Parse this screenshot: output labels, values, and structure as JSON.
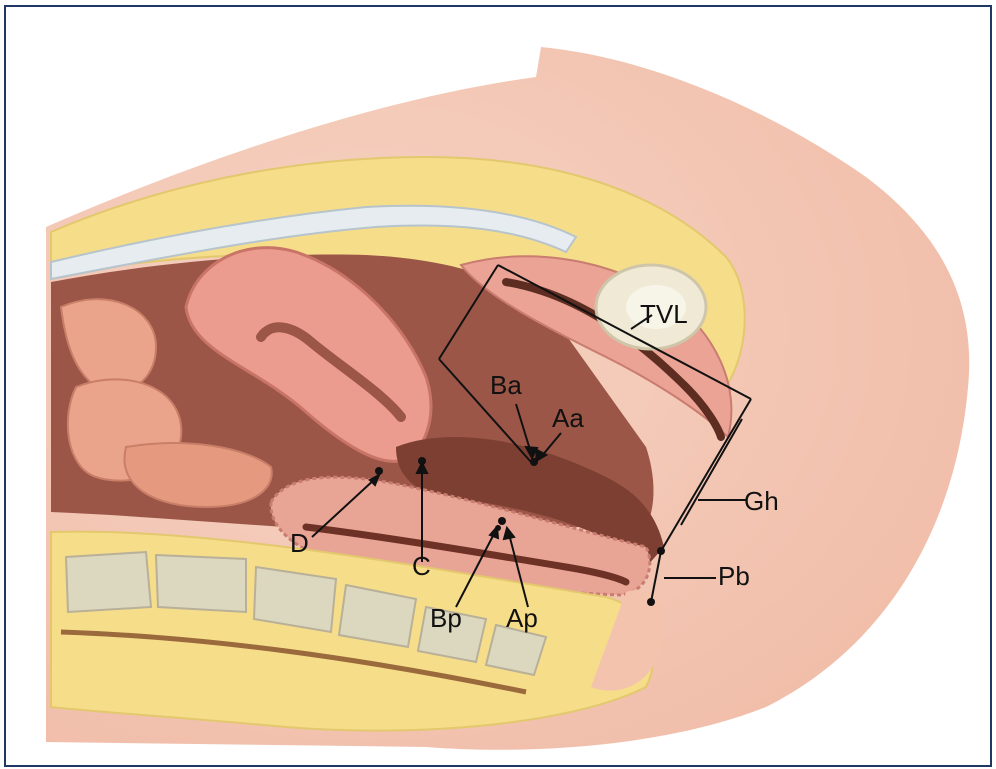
{
  "figure": {
    "labels": {
      "tvl": "TVL",
      "ba": "Ba",
      "aa": "Aa",
      "gh": "Gh",
      "pb": "Pb",
      "d": "D",
      "c": "C",
      "bp": "Bp",
      "ap": "Ap"
    },
    "colors": {
      "skin": "#f4c9b6",
      "fat": "#f6dd8a",
      "muscle": "#e99b93",
      "cavity": "#9b5648",
      "bowel": "#eaa48c",
      "bone": "#dcd7bf",
      "outline": "#111111",
      "frame": "#1f3864"
    }
  }
}
